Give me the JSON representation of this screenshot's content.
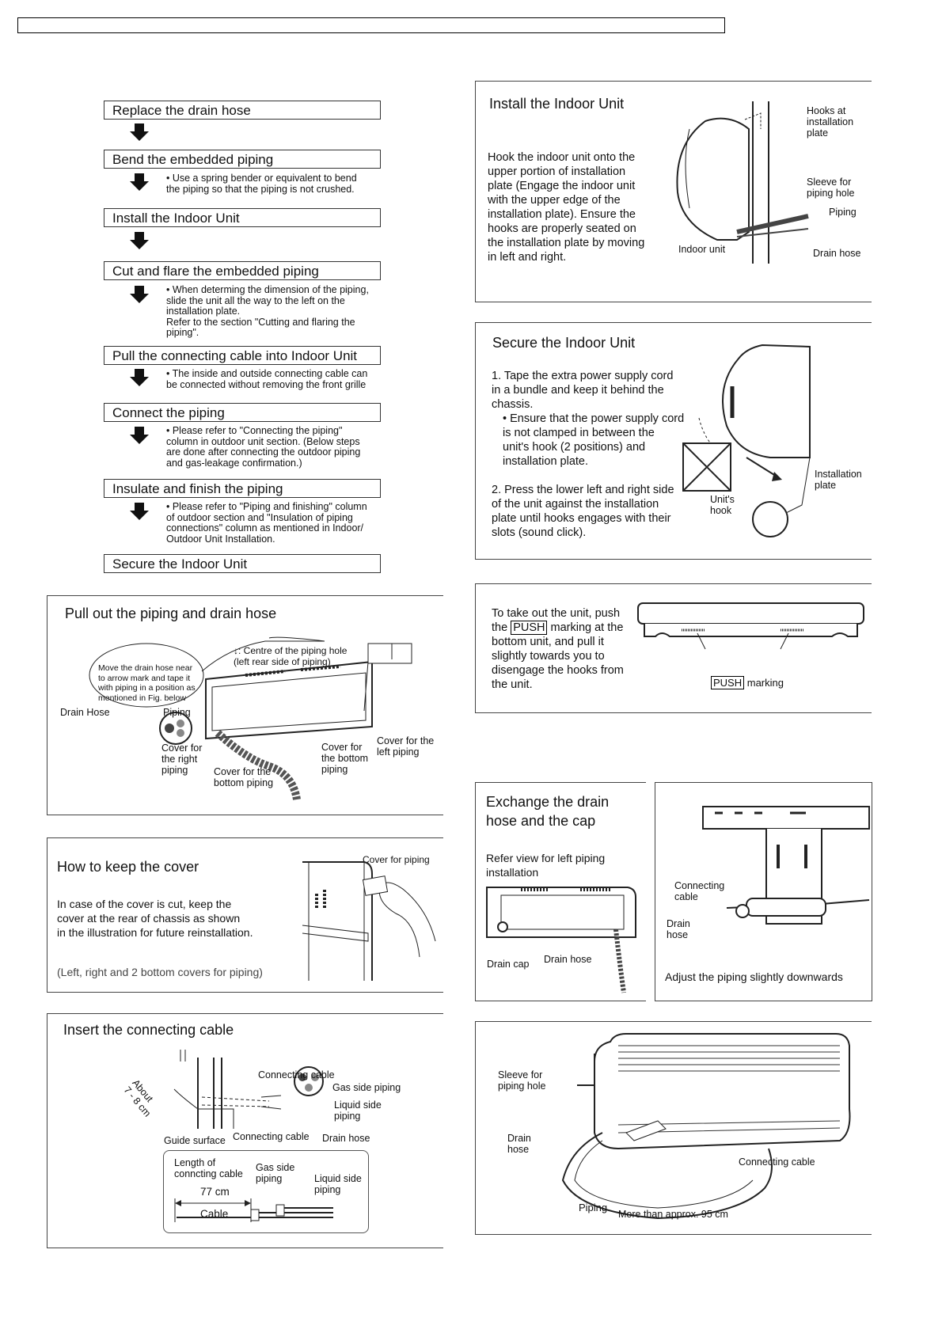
{
  "flow": {
    "steps": [
      "Replace the drain hose",
      "Bend the embedded piping",
      "Install the Indoor Unit",
      "Cut and flare the embedded piping",
      "Pull the connecting cable into Indoor Unit",
      "Connect the piping",
      "Insulate and finish the piping",
      "Secure the Indoor Unit"
    ],
    "notes": [
      "• Use a spring bender or equivalent to bend\n   the piping so that the piping is not crushed.",
      "• When determing the dimension of the piping,\n   slide the unit all the way to the left on the\n   installation plate.\n   Refer to the section \"Cutting and flaring the\n   piping\".",
      "• The inside and outside connecting cable can\n   be connected without removing the front grille",
      "• Please refer to \"Connecting the piping\"\n   column in outdoor unit section. (Below steps\n   are done after connecting the outdoor piping\n   and gas-leakage confirmation.)",
      "• Please refer to \"Piping and finishing\" column\n   of outdoor section and \"Insulation of piping\n   connections\" column as mentioned in Indoor/\n   Outdoor Unit Installation."
    ]
  },
  "install_indoor": {
    "title": "Install the Indoor Unit",
    "text": "Hook the indoor unit onto the\nupper portion of installation\nplate (Engage the indoor unit\nwith the upper edge of the\ninstallation plate). Ensure the\nhooks are properly seated on\nthe installation plate by moving\nin left and right.",
    "labels": {
      "hooks": "Hooks at\ninstallation\nplate",
      "sleeve": "Sleeve for\npiping hole",
      "piping": "Piping",
      "indoor_unit": "Indoor unit",
      "drain_hose": "Drain hose"
    }
  },
  "secure_indoor": {
    "title": "Secure the Indoor Unit",
    "item1": "1. Tape the extra power supply cord\n    in a bundle and keep it behind the\n    chassis.",
    "item1_bullet": "•  Ensure that the power supply cord\n    is not clamped in between the\n    unit's hook (2 positions) and\n    installation plate.",
    "item2": "2. Press the lower left and right side\n    of the unit against the installation\n    plate until hooks engages with their\n    slots (sound click).",
    "labels": {
      "installation_plate": "Installation\nplate",
      "units_hook": "Unit's\nhook"
    }
  },
  "push": {
    "text_a": "To take out the unit, push\nthe ",
    "push_tag": "PUSH",
    "text_b": " marking at the\nbottom unit, and pull it\nslightly towards you to\ndisengage the hooks from\nthe unit.",
    "marking_tag": "PUSH",
    "marking_label": " marking"
  },
  "pull_out": {
    "title": "Pull out the piping and drain hose",
    "centre": "↓: Centre of the piping hole\n    (left rear side of piping)",
    "move_note": "Move the drain hose near\nto arrow mark and tape it\nwith piping in a position as\nmentioned in Fig. below",
    "drain_hose": "Drain Hose",
    "piping": "Piping",
    "cover_right": "Cover for\nthe right\npiping",
    "cover_bottom_piping": "Cover for the\nbottom piping",
    "cover_bottom": "Cover for\nthe bottom\npiping",
    "cover_left": "Cover for the\nleft piping"
  },
  "keep_cover": {
    "title": "How to keep the cover",
    "text": "In case of the cover is cut, keep the\ncover at the rear of chassis as shown\nin the illustration for future reinstallation.",
    "note": "(Left, right and 2 bottom covers for piping)",
    "cover_label": "Cover for piping"
  },
  "exchange": {
    "title": "Exchange the drain\nhose and the cap",
    "text": "Refer view for left piping\ninstallation",
    "drain_cap": "Drain cap",
    "drain_hose": "Drain hose",
    "connecting_cable": "Connecting\ncable",
    "drain_hose2": "Drain\nhose",
    "adjust": "Adjust the piping slightly downwards"
  },
  "insert_cable": {
    "title": "Insert the connecting cable",
    "about": "About\n7 - 8 cm",
    "connecting_cable_top": "Connecting cable",
    "gas_side": "Gas side piping",
    "liquid_side": "Liquid side\npiping",
    "guide_surface": "Guide surface",
    "connecting_cable": "Connecting cable",
    "drain_hose": "Drain hose",
    "length": "Length of\nconncting cable",
    "gas_side2": "Gas side\npiping",
    "liquid_side2": "Liquid side\npiping",
    "dim": "77 cm",
    "cable": "Cable"
  },
  "final": {
    "sleeve": "Sleeve for\npiping hole",
    "drain_hose": "Drain\nhose",
    "piping": "Piping",
    "distance": "More than approx. 95 cm",
    "connecting_cable": "Connecting cable"
  }
}
